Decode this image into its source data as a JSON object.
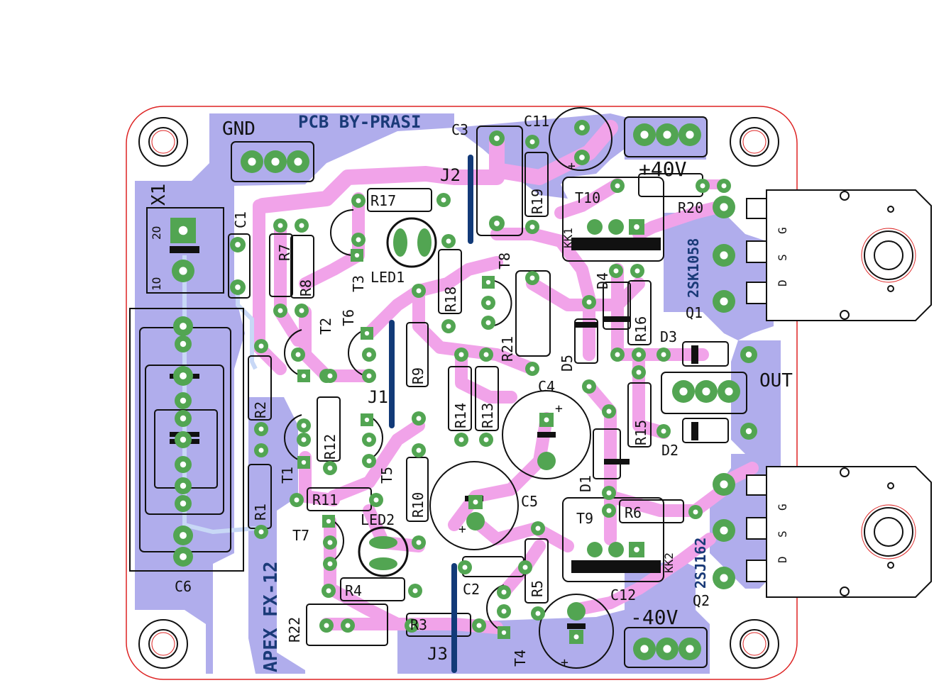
{
  "title": "PCB BY-PRASI",
  "board_name": "APEX FX-12",
  "connectors": {
    "gnd": "GND",
    "pos": "+40V",
    "neg": "-40V",
    "out": "OUT",
    "in": "X1"
  },
  "transistor_labels": {
    "q1": "Q1",
    "q1_part": "2SK1058",
    "q2": "Q2",
    "q2_part": "2SJ162",
    "pin_g": "G",
    "pin_s": "S",
    "pin_d": "D"
  },
  "component_labels": {
    "R1": "R1",
    "R2": "R2",
    "R3": "R3",
    "R4": "R4",
    "R5": "R5",
    "R6": "R6",
    "R7": "R7",
    "R8": "R8",
    "R9": "R9",
    "R10": "R10",
    "R11": "R11",
    "R12": "R12",
    "R13": "R13",
    "R14": "R14",
    "R15": "R15",
    "R16": "R16",
    "R17": "R17",
    "R18": "R18",
    "R19": "R19",
    "R20": "R20",
    "R21": "R21",
    "R22": "R22",
    "C1": "C1",
    "C2": "C2",
    "C3": "C3",
    "C4": "C4",
    "C5": "C5",
    "C6": "C6",
    "C11": "C11",
    "C12": "C12",
    "T1": "T1",
    "T2": "T2",
    "T3": "T3",
    "T4": "T4",
    "T5": "T5",
    "T6": "T6",
    "T7": "T7",
    "T8": "T8",
    "T9": "T9",
    "T10": "T10",
    "D1": "D1",
    "D2": "D2",
    "D3": "D3",
    "D4": "D4",
    "D5": "D5",
    "J1": "J1",
    "J2": "J2",
    "J3": "J3",
    "LED1": "LED1",
    "LED2": "LED2",
    "KK1": "KK1",
    "KK2": "KK2",
    "pin1": "1O",
    "pin2": "2O"
  },
  "colors": {
    "copper_bottom": "#b0adec",
    "copper_top": "#f1a3e9",
    "pad": "#52a552",
    "outline": "#dd2222",
    "silk": "#111111",
    "jumper": "#123a78"
  }
}
